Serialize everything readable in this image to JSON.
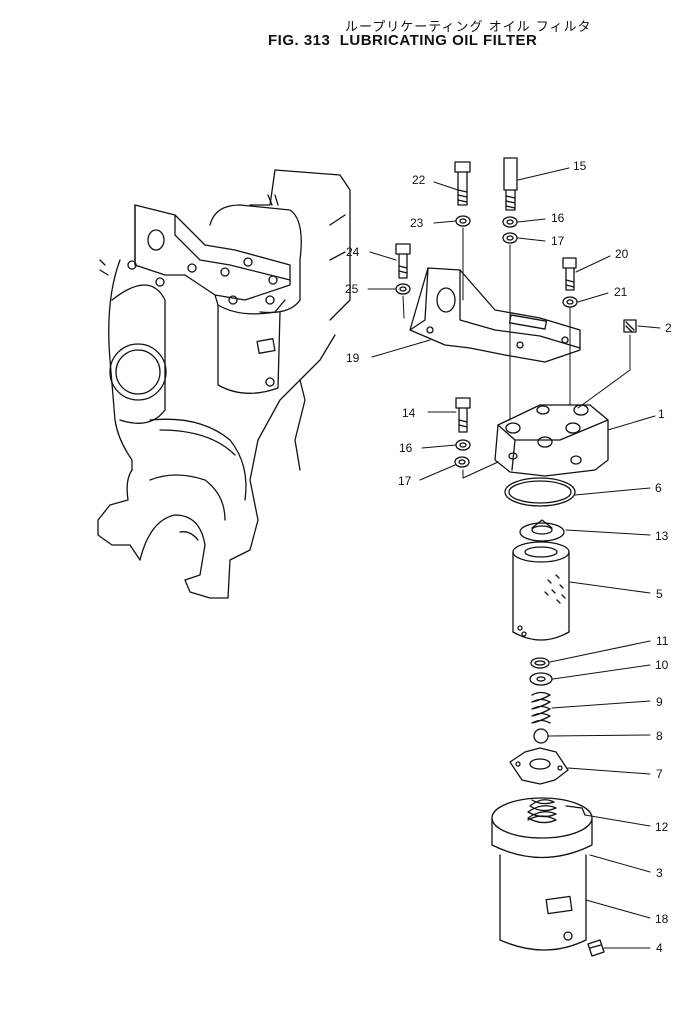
{
  "title": {
    "jp": "ループリケーティング オイル フィルタ",
    "fig": "FIG. 313",
    "name": "LUBRICATING  OIL  FILTER"
  },
  "callouts": [
    {
      "id": "c22",
      "label": "22"
    },
    {
      "id": "c15",
      "label": "15"
    },
    {
      "id": "c23",
      "label": "23"
    },
    {
      "id": "c16a",
      "label": "16"
    },
    {
      "id": "c17a",
      "label": "17"
    },
    {
      "id": "c24",
      "label": "24"
    },
    {
      "id": "c20",
      "label": "20"
    },
    {
      "id": "c25",
      "label": "25"
    },
    {
      "id": "c21",
      "label": "21"
    },
    {
      "id": "c2",
      "label": "2"
    },
    {
      "id": "c19",
      "label": "19"
    },
    {
      "id": "c14",
      "label": "14"
    },
    {
      "id": "c1",
      "label": "1"
    },
    {
      "id": "c16b",
      "label": "16"
    },
    {
      "id": "c17b",
      "label": "17"
    },
    {
      "id": "c6",
      "label": "6"
    },
    {
      "id": "c13",
      "label": "13"
    },
    {
      "id": "c5",
      "label": "5"
    },
    {
      "id": "c11",
      "label": "11"
    },
    {
      "id": "c10",
      "label": "10"
    },
    {
      "id": "c9",
      "label": "9"
    },
    {
      "id": "c8",
      "label": "8"
    },
    {
      "id": "c7",
      "label": "7"
    },
    {
      "id": "c12",
      "label": "12"
    },
    {
      "id": "c3",
      "label": "3"
    },
    {
      "id": "c18",
      "label": "18"
    },
    {
      "id": "c4",
      "label": "4"
    }
  ],
  "colors": {
    "ink": "#111111",
    "paper": "#ffffff"
  }
}
